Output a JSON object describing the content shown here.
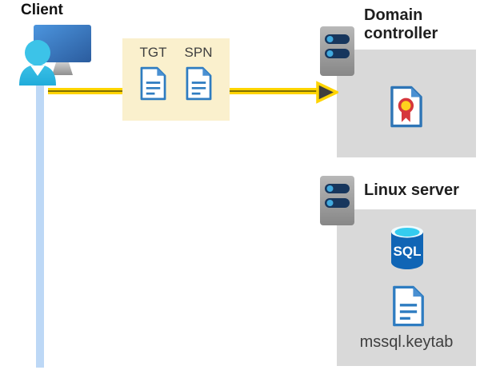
{
  "diagram": {
    "client": {
      "label": "Client"
    },
    "tickets": {
      "labels": [
        "TGT",
        "SPN"
      ]
    },
    "domain_controller": {
      "label": "Domain controller"
    },
    "linux_server": {
      "label": "Linux server",
      "sql_label": "SQL",
      "keytab_label": "mssql.keytab"
    },
    "colors": {
      "ticket_box_bg": "#FAF0CD",
      "panel_bg": "#D9D9D9",
      "arrow_yellow": "#FFD400",
      "arrow_core": "#807000",
      "arrowhead_dark": "#3E3E3E",
      "document_blue": "#2E7CC1",
      "document_fold_blue": "#4A90D2",
      "client_line_blue": "#BDD8F6",
      "monitor_blue_start": "#4C95DE",
      "monitor_blue_end": "#2B5C9E",
      "person_cyan": "#3CC3E8",
      "server_body_gray": "#9C9C9C",
      "server_pill_navy": "#17365D",
      "server_dot_cyan": "#41AADF",
      "sql_body_blue": "#1065B5",
      "sql_top_cyan": "#35CCEF",
      "cert_seal_yellow": "#FFD21E",
      "cert_seal_red": "#D6373C",
      "heading_text": "#1F1F1F",
      "label_text": "#3F3F3F"
    }
  }
}
